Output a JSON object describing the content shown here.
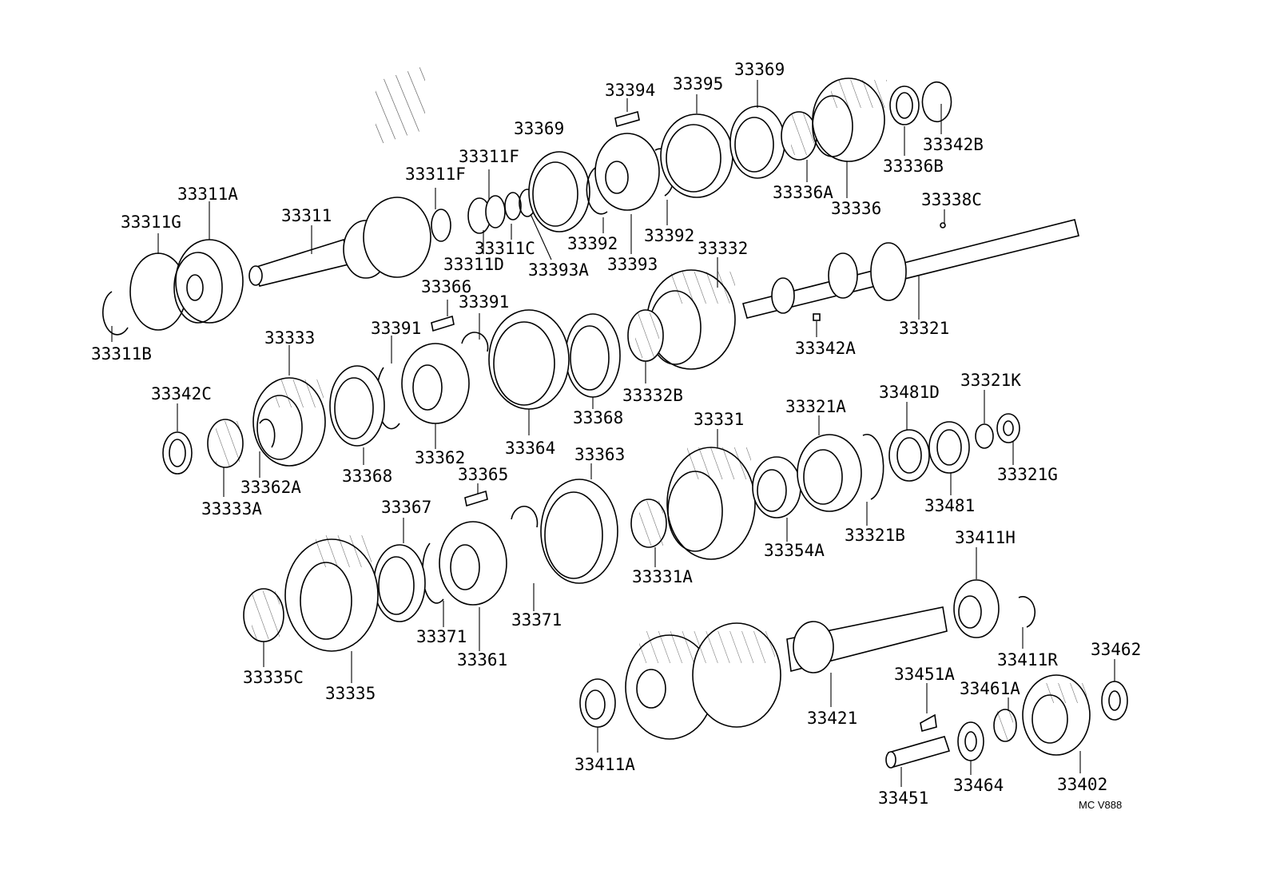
{
  "diagram": {
    "code": "MC V888",
    "labels": {
      "p33394": "33394",
      "p33395": "33395",
      "p33369a": "33369",
      "p33369b": "33369",
      "p33342B": "33342B",
      "p33336B": "33336B",
      "p33336A": "33336A",
      "p33336": "33336",
      "p33338C": "33338C",
      "p33311F1": "33311F",
      "p33311F2": "33311F",
      "p33311A": "33311A",
      "p33311G": "33311G",
      "p33311": "33311",
      "p33311C": "33311C",
      "p33311D": "33311D",
      "p33393A": "33393A",
      "p33393": "33393",
      "p33392a": "33392",
      "p33392b": "33392",
      "p33332": "33332",
      "p33311B": "33311B",
      "p33366": "33366",
      "p33391a": "33391",
      "p33391b": "33391",
      "p33333": "33333",
      "p33342C": "33342C",
      "p33333A": "33333A",
      "p33362A": "33362A",
      "p33368a": "33368",
      "p33362": "33362",
      "p33364": "33364",
      "p33368b": "33368",
      "p33332B": "33332B",
      "p33342A": "33342A",
      "p33321": "33321",
      "p33331": "33331",
      "p33321A": "33321A",
      "p33481D": "33481D",
      "p33321K": "33321K",
      "p33321G": "33321G",
      "p33481": "33481",
      "p33321B": "33321B",
      "p33354A": "33354A",
      "p33363": "33363",
      "p33365": "33365",
      "p33367": "33367",
      "p33331A": "33331A",
      "p33411H": "33411H",
      "p33371a": "33371",
      "p33371b": "33371",
      "p33361": "33361",
      "p33335C": "33335C",
      "p33335": "33335",
      "p33411R": "33411R",
      "p33462": "33462",
      "p33451A": "33451A",
      "p33461A": "33461A",
      "p33421": "33421",
      "p33411A": "33411A",
      "p33464": "33464",
      "p33402": "33402",
      "p33451": "33451"
    }
  }
}
